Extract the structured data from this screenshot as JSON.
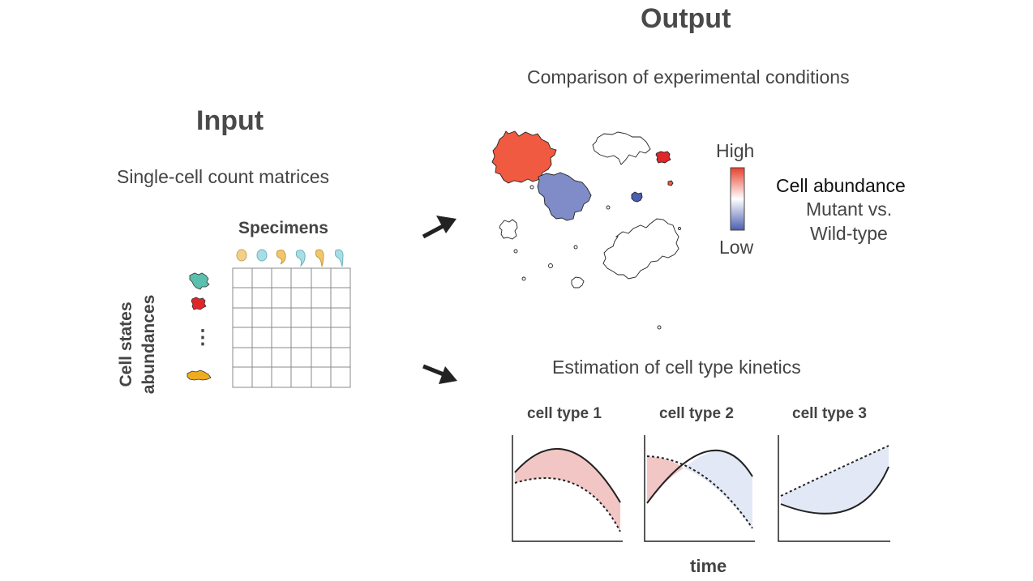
{
  "input": {
    "title": "Input",
    "subtitle": "Single-cell count matrices",
    "specimens_label": "Specimens",
    "rows_label_line1": "Cell states",
    "rows_label_line2": "abundances",
    "ellipsis": "⋮"
  },
  "output": {
    "title": "Output",
    "comparison_title": "Comparison of experimental conditions",
    "legend": {
      "high": "High",
      "low": "Low",
      "title": "Cell abundance",
      "line2": "Mutant vs.",
      "line3": "Wild-type"
    },
    "kinetics_title": "Estimation of cell type kinetics",
    "cell_types": [
      "cell type 1",
      "cell type 2",
      "cell type 3"
    ],
    "x_axis_label": "time"
  },
  "colors": {
    "red": "#ef5a40",
    "blue": "#7f8cc8",
    "pink_fill": "#f3c6c6",
    "lightblue_fill": "#e3e8f6",
    "teal": "#5bbfae",
    "cluster_red": "#e0262a",
    "orange": "#efad1e",
    "arrow": "#222222"
  }
}
